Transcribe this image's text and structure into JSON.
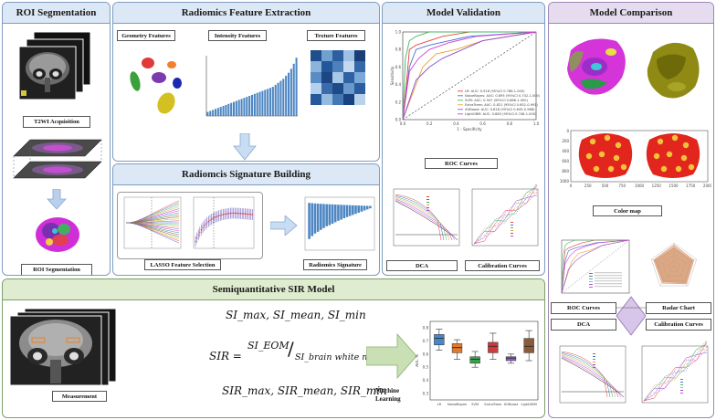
{
  "panels": {
    "roi": {
      "title": "ROI Segmentation",
      "label_acquisition": "T2WI Acquisition",
      "label_segmentation": "ROI Segmentation"
    },
    "radiomics": {
      "title": "Radiomics Feature Extraction",
      "label_geometry": "Geometry Features",
      "label_intensity": "Intensity Features",
      "label_texture": "Texture Features"
    },
    "signature": {
      "title": "Radiomcis Signature Building",
      "label_lasso": "LASSO Feature Selection",
      "label_signature": "Radiomics Signature"
    },
    "validation": {
      "title": "Model Validation",
      "label_roc": "ROC Curves",
      "label_dca": "DCA",
      "label_calibration": "Calibration Curves",
      "roc_xlabel": "1 - Specificity",
      "roc_ylabel": "Sensitivity",
      "legend": [
        {
          "text": "LR: AUC: 0.916 (95%CI 0.788-1.000)",
          "color": "#e8413a"
        },
        {
          "text": "NaiveBayes: AUC: 0.895 (95%CI 0.742-1.000)",
          "color": "#3f6fd0"
        },
        {
          "text": "SVM: AUC: 0.947 (95%CI 0.886-1.000)",
          "color": "#40b860"
        },
        {
          "text": "ExtraTrees: AUC: 0.821 (95%CI 0.652-0.991)",
          "color": "#f0a030"
        },
        {
          "text": "XGBoost: AUC: 0.816 (95%CI 0.645-0.988)",
          "color": "#8a4fd0"
        },
        {
          "text": "LightGBM: AUC: 0.883 (95%CI 0.748-1.000)",
          "color": "#d43fd0"
        }
      ]
    },
    "comparison": {
      "title": "Model Comparison",
      "label_colormap": "Color map",
      "label_roc": "ROC Curves",
      "label_radar": "Radar Chart",
      "label_dca": "DCA",
      "label_calibration": "Calibration Curves",
      "colormap_yticks": [
        "0",
        "200",
        "400",
        "600",
        "800",
        "1000"
      ],
      "colormap_xticks": [
        "0",
        "250",
        "500",
        "750",
        "1000",
        "1250",
        "1500",
        "1750",
        "2000"
      ]
    },
    "sir": {
      "title": "Semiquantitative SIR Model",
      "label_measurement": "Measurement",
      "label_ml_line1": "Machine",
      "label_ml_line2": "Learning",
      "eq1": "SI_max, SI_mean, SI_min",
      "eq2_lhs": "SIR =",
      "eq2_num": "SI_EOM",
      "eq2_den": "SI_brain white matter",
      "eq3": "SIR_max, SIR_mean, SIR_min",
      "boxplot_ylabel": "AUC %",
      "boxplot_categories": [
        "LR",
        "NaiveBayes",
        "SVM",
        "ExtraTrees",
        "XGBoost",
        "LightGBM"
      ]
    }
  },
  "chart_data": [
    {
      "type": "boxplot",
      "categories": [
        "LR",
        "NaiveBayes",
        "SVM",
        "ExtraTrees",
        "XGBoost",
        "LightGBM"
      ],
      "ylabel": "AUC %",
      "yticks": [
        0.3,
        0.4,
        0.5,
        0.6,
        0.7,
        0.8
      ],
      "ylim": [
        0.25,
        0.85
      ],
      "colors": [
        "#4a86c5",
        "#e07b2e",
        "#3aa04a",
        "#d03a3a",
        "#8a5cc8",
        "#8b5a3a"
      ],
      "boxes": [
        {
          "min": 0.63,
          "q1": 0.67,
          "median": 0.72,
          "q3": 0.75,
          "max": 0.79
        },
        {
          "min": 0.56,
          "q1": 0.61,
          "median": 0.65,
          "q3": 0.68,
          "max": 0.71
        },
        {
          "min": 0.5,
          "q1": 0.53,
          "median": 0.56,
          "q3": 0.58,
          "max": 0.62
        },
        {
          "min": 0.56,
          "q1": 0.61,
          "median": 0.66,
          "q3": 0.69,
          "max": 0.76
        },
        {
          "min": 0.53,
          "q1": 0.55,
          "median": 0.57,
          "q3": 0.58,
          "max": 0.6
        },
        {
          "min": 0.55,
          "q1": 0.61,
          "median": 0.66,
          "q3": 0.72,
          "max": 0.78
        }
      ]
    },
    {
      "type": "line",
      "name_ref": "roc_curves",
      "xlim": [
        0,
        1
      ],
      "ylim": [
        0,
        1
      ],
      "xticks": [
        "0.0",
        "0.2",
        "0.4",
        "0.6",
        "0.8",
        "1.0"
      ],
      "yticks": [
        "0.0",
        "0.2",
        "0.4",
        "0.6",
        "0.8",
        "1.0"
      ],
      "series": [
        {
          "color": "#e8413a",
          "points": [
            [
              0,
              0
            ],
            [
              0.03,
              0.45
            ],
            [
              0.05,
              0.8
            ],
            [
              0.1,
              0.85
            ],
            [
              0.2,
              0.9
            ],
            [
              0.3,
              0.95
            ],
            [
              0.5,
              1
            ],
            [
              1,
              1
            ]
          ]
        },
        {
          "color": "#3f6fd0",
          "points": [
            [
              0,
              0
            ],
            [
              0.05,
              0.6
            ],
            [
              0.1,
              0.8
            ],
            [
              0.2,
              0.85
            ],
            [
              0.35,
              0.9
            ],
            [
              0.5,
              0.95
            ],
            [
              1,
              1
            ]
          ]
        },
        {
          "color": "#40b860",
          "points": [
            [
              0,
              0
            ],
            [
              0.02,
              0.7
            ],
            [
              0.05,
              0.9
            ],
            [
              0.1,
              0.95
            ],
            [
              0.2,
              1
            ],
            [
              1,
              1
            ]
          ]
        },
        {
          "color": "#f0a030",
          "points": [
            [
              0,
              0
            ],
            [
              0.1,
              0.4
            ],
            [
              0.15,
              0.6
            ],
            [
              0.25,
              0.75
            ],
            [
              0.4,
              0.8
            ],
            [
              0.6,
              0.9
            ],
            [
              1,
              1
            ]
          ]
        },
        {
          "color": "#8a4fd0",
          "points": [
            [
              0,
              0
            ],
            [
              0.1,
              0.45
            ],
            [
              0.2,
              0.6
            ],
            [
              0.3,
              0.7
            ],
            [
              0.45,
              0.8
            ],
            [
              0.6,
              0.9
            ],
            [
              1,
              1
            ]
          ]
        },
        {
          "color": "#d43fd0",
          "points": [
            [
              0,
              0
            ],
            [
              0.05,
              0.55
            ],
            [
              0.12,
              0.7
            ],
            [
              0.2,
              0.8
            ],
            [
              0.35,
              0.88
            ],
            [
              0.55,
              0.95
            ],
            [
              1,
              1
            ]
          ]
        }
      ]
    },
    {
      "type": "bar",
      "name_ref": "intensity_features",
      "values": [
        4,
        5,
        6,
        7,
        8,
        9,
        10,
        11,
        12,
        13,
        14,
        15,
        16,
        17,
        18,
        19,
        20,
        21,
        22,
        23,
        24,
        25,
        26,
        27,
        28,
        29,
        31,
        33,
        35,
        37,
        40,
        43,
        47,
        52,
        58
      ]
    },
    {
      "type": "bar",
      "name_ref": "radiomics_signature",
      "values": [
        0.9,
        0.82,
        0.75,
        0.7,
        0.65,
        0.6,
        0.55,
        0.52,
        0.48,
        0.44,
        0.4,
        0.37,
        0.33,
        0.3,
        0.27,
        0.24,
        0.21,
        0.18,
        0.15,
        0.12,
        0.09,
        0.06
      ]
    }
  ]
}
